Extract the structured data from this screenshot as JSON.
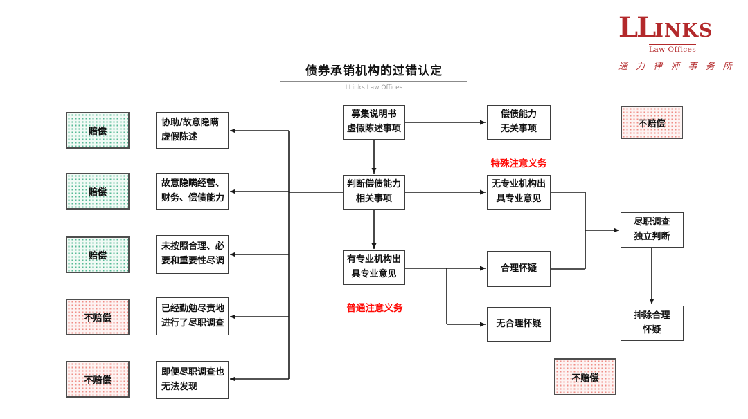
{
  "title": {
    "text": "债券承销机构的过错认定",
    "subtitle": "LLinks Law Offices"
  },
  "logo": {
    "word_ll": "LL",
    "word_inks": "INKS",
    "law_offices": "Law Offices",
    "chinese": "通 力 律 师 事 务 所",
    "color": "#b3292b"
  },
  "colors": {
    "compensate_dot": "#57b996",
    "no_compensate_dot": "#ef8e86",
    "duty_label_red": "#ff0b07",
    "line": "#1a1a1a"
  },
  "outcomes": {
    "left": [
      {
        "label": "赔偿"
      },
      {
        "label": "赔偿"
      },
      {
        "label": "赔偿"
      },
      {
        "label": "不赔偿"
      },
      {
        "label": "不赔偿"
      }
    ],
    "top_right": {
      "label": "不赔偿"
    },
    "bottom": {
      "label": "不赔偿"
    }
  },
  "causes": [
    {
      "text": "协助/故意隐瞒\n虚假陈述"
    },
    {
      "text": "故意隐瞒经营、\n财务、偿债能力"
    },
    {
      "text": "未按照合理、必\n要和重要性尽调"
    },
    {
      "text": "已经勤勉尽责地\n进行了尽职调查"
    },
    {
      "text": "即便尽职调查也\n无法发现"
    }
  ],
  "flow": {
    "prospectus": "募集说明书\n虚假陈述事项",
    "judge_solvency": "判断偿债能力\n相关事项",
    "with_expert": "有专业机构出\n具专业意见",
    "irrelevant": "偿债能力\n无关事项",
    "no_expert": "无专业机构出\n具专业意见",
    "reasonable_doubt": "合理怀疑",
    "no_reasonable_doubt": "无合理怀疑",
    "dd_judgment": "尽职调查\n独立判断",
    "eliminate_doubt": "排除合理\n怀疑"
  },
  "labels": {
    "special_duty": "特殊注意义务",
    "ordinary_duty": "普通注意义务"
  }
}
